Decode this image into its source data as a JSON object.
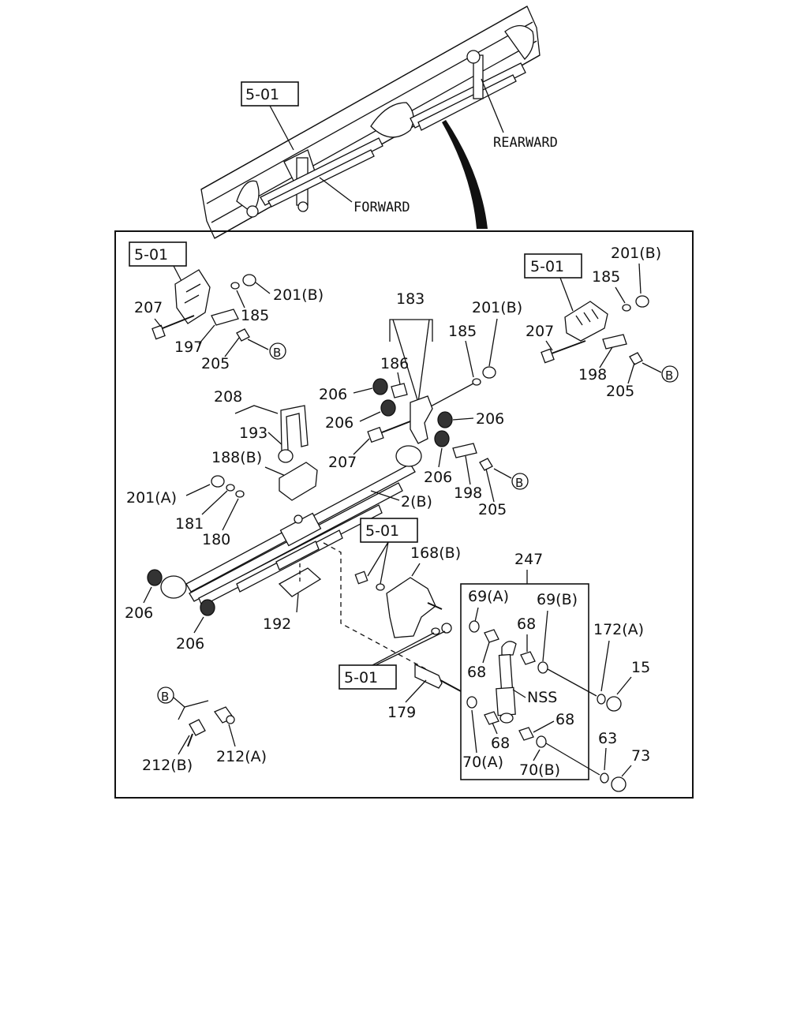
{
  "labels": {
    "ref_501_top": "5-01",
    "rearward": "REARWARD",
    "forward": "FORWARD",
    "ref_501_a": "5-01",
    "ref_501_b": "5-01",
    "ref_501_c": "5-01",
    "ref_501_d": "5-01",
    "p201b_1": "201(B)",
    "p201b_2": "201(B)",
    "p201b_3": "201(B)",
    "p201a": "201(A)",
    "p207_1": "207",
    "p207_2": "207",
    "p207_3": "207",
    "p185_1": "185",
    "p185_2": "185",
    "p185_3": "185",
    "p197": "197",
    "p205_1": "205",
    "p205_2": "205",
    "p205_3": "205",
    "p183": "183",
    "p186": "186",
    "p198_1": "198",
    "p198_2": "198",
    "p206_1": "206",
    "p206_2": "206",
    "p206_3": "206",
    "p206_4": "206",
    "p206_5": "206",
    "p206_6": "206",
    "p208": "208",
    "p193": "193",
    "p188b": "188(B)",
    "p181": "181",
    "p180": "180",
    "p2b": "2(B)",
    "p168b": "168(B)",
    "p247": "247",
    "p69a": "69(A)",
    "p69b": "69(B)",
    "p68_1": "68",
    "p68_2": "68",
    "p68_3": "68",
    "p68_4": "68",
    "p172a": "172(A)",
    "p15": "15",
    "nss": "NSS",
    "p192": "192",
    "p179": "179",
    "p70a": "70(A)",
    "p70b": "70(B)",
    "p63": "63",
    "p73": "73",
    "p212b": "212(B)",
    "p212a": "212(A)",
    "b_1": "B",
    "b_2": "B",
    "b_3": "B",
    "b_4": "B"
  }
}
